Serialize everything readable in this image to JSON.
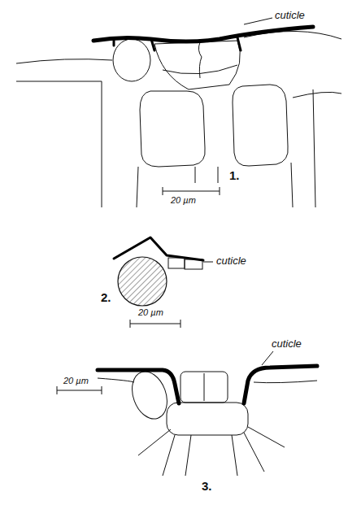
{
  "diagram": {
    "labels": [
      "cuticle",
      "1.",
      "20 µm",
      "cuticle",
      "2.",
      "20 µm",
      "cuticle",
      "20 µm",
      "3."
    ]
  }
}
